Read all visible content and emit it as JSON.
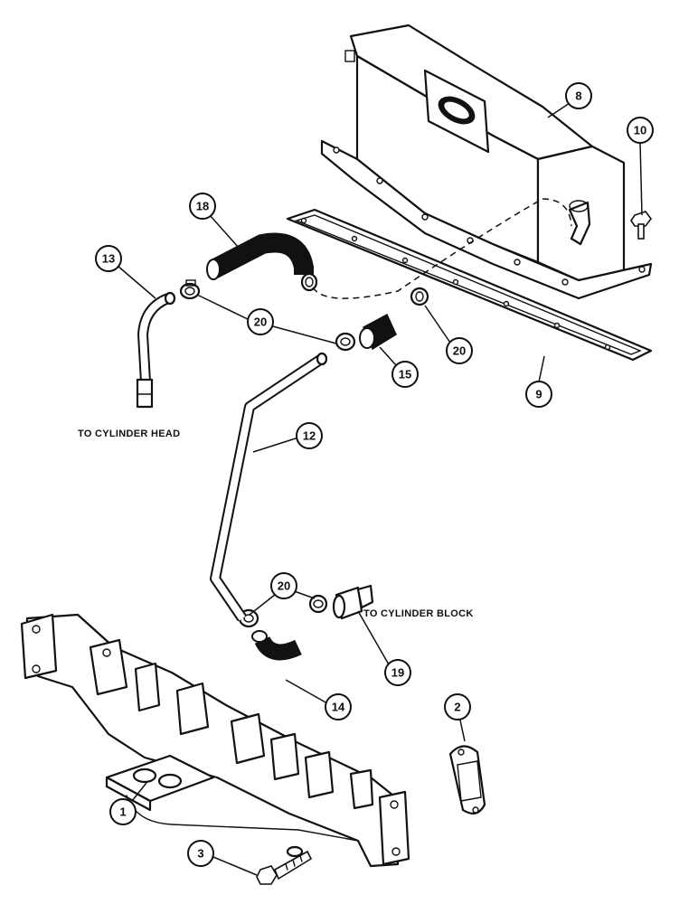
{
  "notes": {
    "cylinder_head": "TO CYLINDER HEAD",
    "cylinder_block": "TO CYLINDER BLOCK"
  },
  "callouts": {
    "c1": "1",
    "c2": "2",
    "c3": "3",
    "c8": "8",
    "c9": "9",
    "c10": "10",
    "c12": "12",
    "c13": "13",
    "c14": "14",
    "c15": "15",
    "c18": "18",
    "c19": "19",
    "c20a": "20",
    "c20b": "20",
    "c20c": "20"
  }
}
